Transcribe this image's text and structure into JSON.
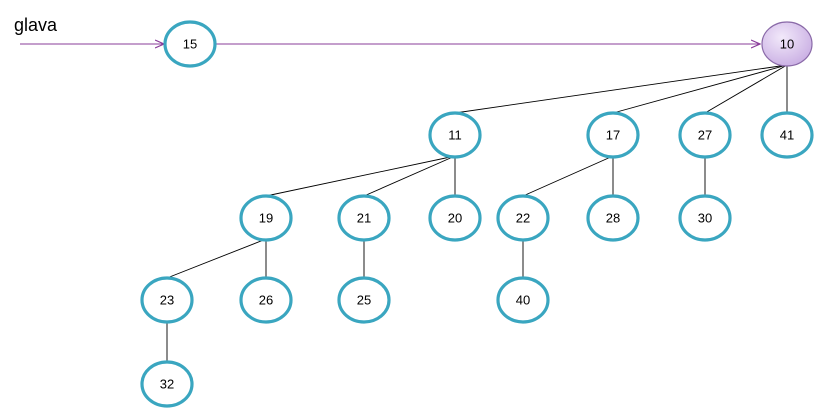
{
  "head_label": "glava",
  "colors": {
    "node_stroke": "#3aa6c0",
    "node_fill": "#ffffff",
    "highlight_fill": "#d9c4ec",
    "highlight_stroke": "#8a6aa8",
    "arrow": "#8a3c9a",
    "edge": "#000000"
  },
  "nodes": [
    {
      "id": "n15",
      "label": "15"
    },
    {
      "id": "n10",
      "label": "10",
      "highlight": true
    },
    {
      "id": "n11",
      "label": "11"
    },
    {
      "id": "n17",
      "label": "17"
    },
    {
      "id": "n27",
      "label": "27"
    },
    {
      "id": "n41",
      "label": "41"
    },
    {
      "id": "n19",
      "label": "19"
    },
    {
      "id": "n21",
      "label": "21"
    },
    {
      "id": "n20",
      "label": "20"
    },
    {
      "id": "n22",
      "label": "22"
    },
    {
      "id": "n28",
      "label": "28"
    },
    {
      "id": "n30",
      "label": "30"
    },
    {
      "id": "n23",
      "label": "23"
    },
    {
      "id": "n26",
      "label": "26"
    },
    {
      "id": "n25",
      "label": "25"
    },
    {
      "id": "n40",
      "label": "40"
    },
    {
      "id": "n32",
      "label": "32"
    }
  ],
  "arrows": [
    {
      "from": "head",
      "to": "n15"
    },
    {
      "from": "n15",
      "to": "n10"
    }
  ],
  "edges": [
    {
      "from": "n10",
      "to": "n11"
    },
    {
      "from": "n10",
      "to": "n17"
    },
    {
      "from": "n10",
      "to": "n27"
    },
    {
      "from": "n10",
      "to": "n41"
    },
    {
      "from": "n11",
      "to": "n19"
    },
    {
      "from": "n11",
      "to": "n21"
    },
    {
      "from": "n11",
      "to": "n20"
    },
    {
      "from": "n17",
      "to": "n22"
    },
    {
      "from": "n17",
      "to": "n28"
    },
    {
      "from": "n27",
      "to": "n30"
    },
    {
      "from": "n19",
      "to": "n23"
    },
    {
      "from": "n19",
      "to": "n26"
    },
    {
      "from": "n21",
      "to": "n25"
    },
    {
      "from": "n22",
      "to": "n40"
    },
    {
      "from": "n23",
      "to": "n32"
    }
  ]
}
